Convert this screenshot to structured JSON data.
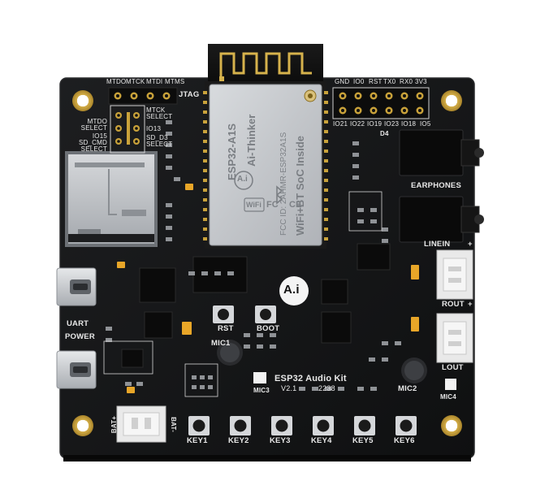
{
  "board": {
    "title": "ESP32 Audio Kit",
    "version": "V2.1",
    "date_code": "2238",
    "brand_logo": "A.i"
  },
  "module": {
    "model": "ESP32-A1S",
    "maker": "Ai-Thinker",
    "fcc_id": "FCC ID: 2AHMR-ESP32A1S",
    "inside": "WiFi+BT SoC Inside",
    "badges": [
      "WiFi",
      "FC",
      "CE",
      "bluetooth-icon"
    ]
  },
  "jtag": {
    "top_labels": [
      "MTDO",
      "MTCK",
      "MTDI",
      "MTMS"
    ],
    "title": "JTAG",
    "left_labels": [
      "MTDO SELECT",
      "IO15",
      "SD_CMD SELECT"
    ],
    "right_labels": [
      "MTCK SELECT",
      "IO13",
      "SD_D3 SELECT"
    ]
  },
  "header": {
    "top_labels": [
      "GND",
      "IO0",
      "RST",
      "TX0",
      "RX0",
      "3V3"
    ],
    "bottom_labels": [
      "IO21",
      "IO22",
      "IO19",
      "IO23",
      "IO18",
      "IO5"
    ]
  },
  "labels": {
    "d4": "D4",
    "earphones": "EARPHONES",
    "linein": "LINEIN",
    "rout": "ROUT",
    "lout": "LOUT",
    "plus1": "+",
    "plus2": "+",
    "uart": "UART",
    "power": "POWER",
    "rst": "RST",
    "boot": "BOOT",
    "mic1": "MIC1",
    "mic2": "MIC2",
    "mic3": "MIC3",
    "mic4": "MIC4",
    "bat_plus": "BAT+",
    "bat_minus": "BAT-"
  },
  "keys": [
    "KEY1",
    "KEY2",
    "KEY3",
    "KEY4",
    "KEY5",
    "KEY6"
  ],
  "colors": {
    "pcb": "#161718",
    "silkscreen": "#e8e8e8",
    "gold": "#c9a23a",
    "shield": "#c9ccd0",
    "led_orange": "#e8a628"
  }
}
